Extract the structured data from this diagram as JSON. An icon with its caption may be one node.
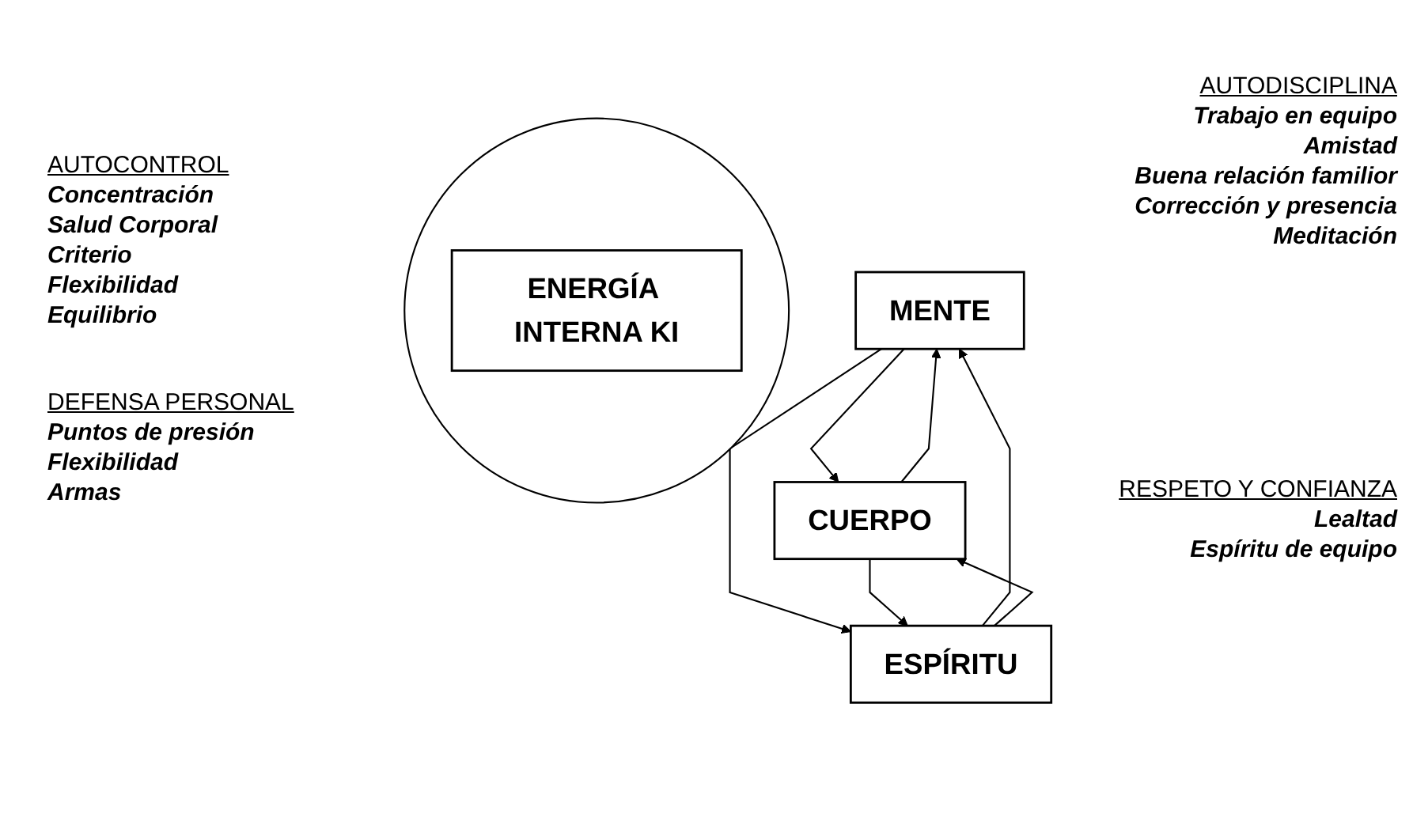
{
  "diagram": {
    "nodes": [
      {
        "text": [
          "MENTE"
        ]
      },
      {
        "text": [],
        "shape": "circle"
      },
      {
        "text": [
          "ENERGÍA INTERNA KI"
        ],
        "in": 1
      },
      {
        "text": [
          "CUERPO"
        ]
      },
      {
        "text": [
          "ESPÍRITU"
        ]
      }
    ],
    "edges": [
      {
        "from": 0,
        "to": 3,
        "arrow": "to"
      },
      {
        "from": 3,
        "to": 0,
        "arrow": "to"
      },
      {
        "from": 0,
        "to": 4,
        "arrow": "to"
      },
      {
        "from": 4,
        "to": 0,
        "arrow": "to"
      },
      {
        "from": 3,
        "to": 4,
        "arrow": "to"
      },
      {
        "from": 4,
        "to": 3,
        "arrow": "to"
      }
    ],
    "labels": [
      "AUTOCONTROL",
      "Concentración",
      "Salud Corporal",
      "Criterio",
      "Flexibilidad",
      "Equilibrio",
      "AUTODISCIPLINA",
      "Trabajo en equipo",
      "Amistad",
      "Buena relación familior",
      "Corrección y presencia",
      "Meditación",
      "DEFENSA PERSONAL",
      "Puntos de presión",
      "Flexibilidad",
      "Armas",
      "RESPETO Y CONFIANZA",
      "Lealtad",
      "Espíritu de equipo"
    ]
  }
}
